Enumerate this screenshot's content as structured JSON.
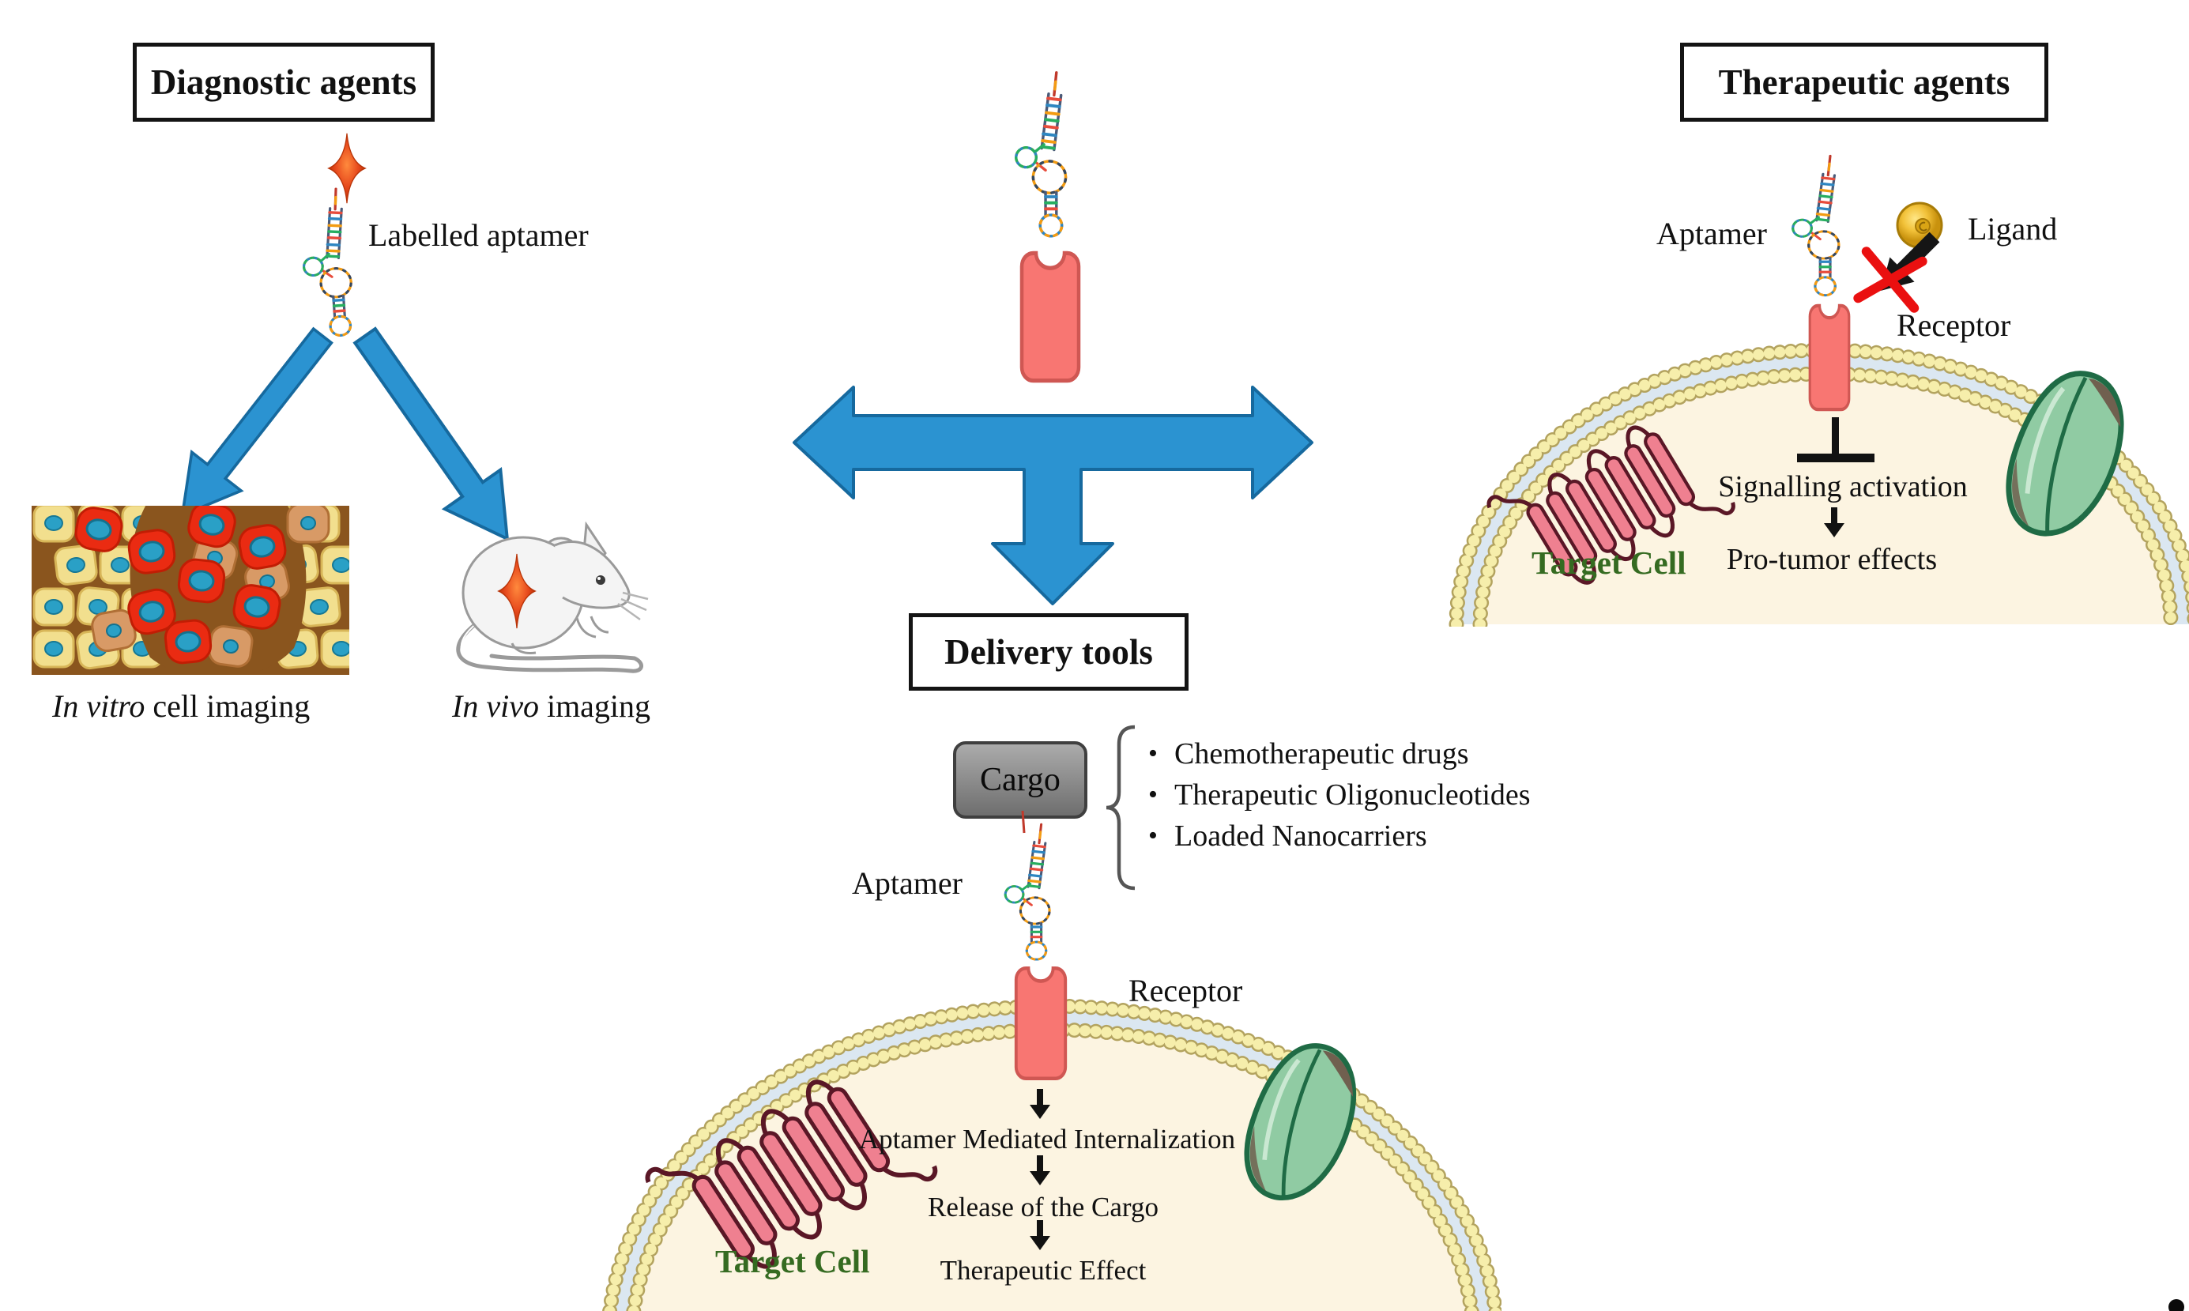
{
  "figure": {
    "diagnostic": {
      "title": "Diagnostic agents",
      "labelled_aptamer_label": "Labelled aptamer",
      "in_vitro_italic": "In vitro",
      "in_vitro_rest": " cell imaging",
      "in_vivo_italic": "In vivo",
      "in_vivo_rest": " imaging"
    },
    "central": {
      "title": "Delivery tools"
    },
    "therapeutic": {
      "title": "Therapeutic agents",
      "aptamer_label": "Aptamer",
      "ligand_label": "Ligand",
      "receptor_label": "Receptor",
      "signalling_label": "Signalling activation",
      "pro_tumor_label": "Pro-tumor effects",
      "target_cell_label": "Target Cell"
    },
    "delivery": {
      "cargo_label": "Cargo",
      "bullet": "•",
      "cargo_items": [
        "Chemotherapeutic drugs",
        "Therapeutic Oligonucleotides",
        "Loaded Nanocarriers"
      ],
      "aptamer_label": "Aptamer",
      "receptor_label": "Receptor",
      "steps": [
        "Aptamer Mediated Internalization",
        "Release of the Cargo",
        "Therapeutic Effect"
      ],
      "target_cell_label": "Target Cell"
    },
    "colors": {
      "arrow_blue": "#2b93d1",
      "receptor_pink": "#f87672",
      "star_orange": "#e84c1e",
      "ligand_gold": "#f2c23a",
      "cargo_gray": "#8c8c8c",
      "membrane_yellow": "#f6eeab",
      "membrane_blue": "#dbe7f1",
      "cell_cream": "#fcf4e1",
      "target_cell_green": "#356b21",
      "gpcr_pink": "#ef8090",
      "gprotein_green": "#90cba3"
    }
  }
}
